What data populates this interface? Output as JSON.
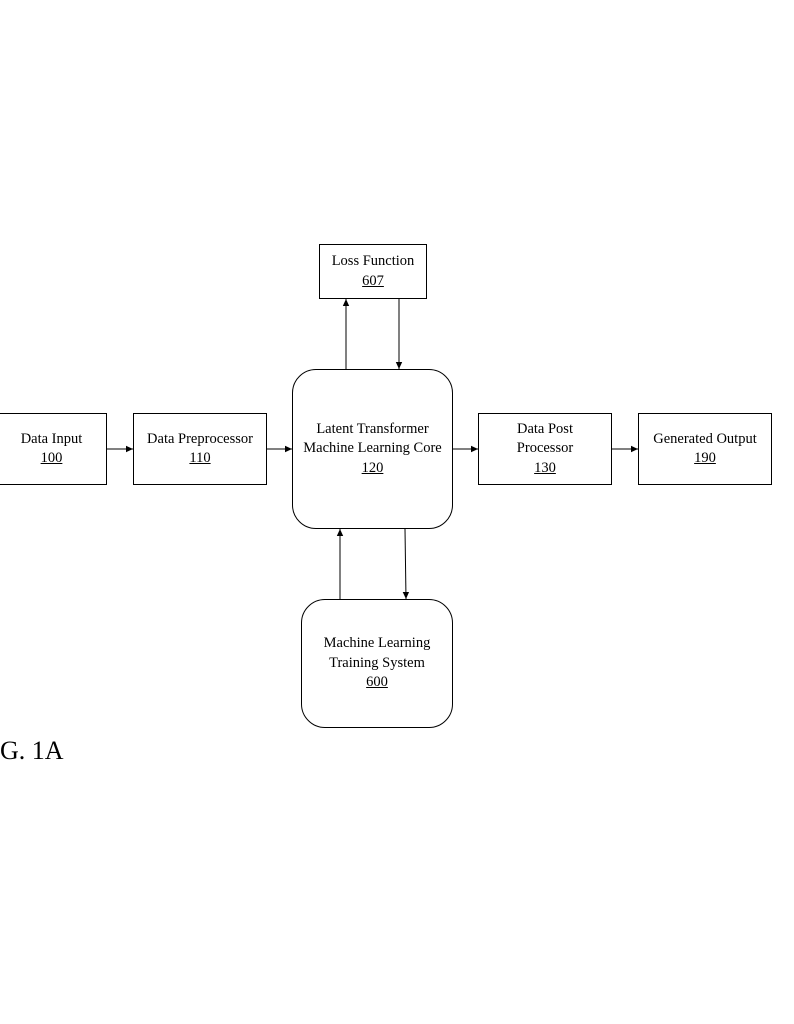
{
  "diagram": {
    "nodes": {
      "data_input": {
        "lines": [
          "Data Input"
        ],
        "ref": "100"
      },
      "data_preprocessor": {
        "lines": [
          "Data Preprocessor"
        ],
        "ref": "110"
      },
      "core": {
        "lines": [
          "Latent Transformer",
          "Machine Learning Core"
        ],
        "ref": "120"
      },
      "post_processor": {
        "lines": [
          "Data Post",
          "Processor"
        ],
        "ref": "130"
      },
      "generated_output": {
        "lines": [
          "Generated Output"
        ],
        "ref": "190"
      },
      "loss_function": {
        "lines": [
          "Loss Function"
        ],
        "ref": "607"
      },
      "training_system": {
        "lines": [
          "Machine Learning",
          "Training System"
        ],
        "ref": "600"
      }
    },
    "edges": [
      {
        "from": "data_input",
        "to": "data_preprocessor"
      },
      {
        "from": "data_preprocessor",
        "to": "core"
      },
      {
        "from": "core",
        "to": "post_processor"
      },
      {
        "from": "post_processor",
        "to": "generated_output"
      },
      {
        "from": "core",
        "to": "loss_function"
      },
      {
        "from": "loss_function",
        "to": "core"
      },
      {
        "from": "training_system",
        "to": "core"
      },
      {
        "from": "core",
        "to": "training_system"
      }
    ],
    "figure_label": "G. 1A"
  }
}
